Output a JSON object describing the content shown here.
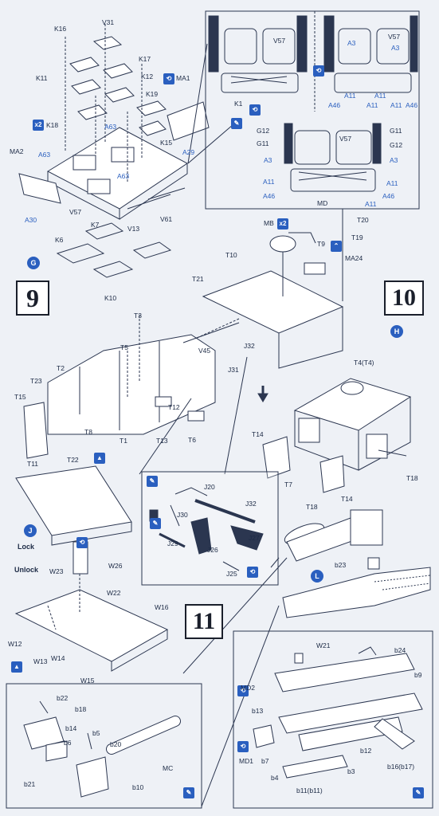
{
  "steps": {
    "s9": "9",
    "s10": "10",
    "s11": "11"
  },
  "subassemblies": {
    "G": "G",
    "H": "H",
    "J": "J",
    "L": "L"
  },
  "icons": {
    "x2_a": "x2",
    "x2_b": "x2",
    "turn_mark": "⟲",
    "glue_mark": "✎",
    "up_mark": "⌃",
    "paint_mark": "▲"
  },
  "step9_labels": {
    "K16": "K16",
    "V31": "V31",
    "K11": "K11",
    "K17": "K17",
    "MA1": "MA1",
    "K12": "K12",
    "K19": "K19",
    "K18": "K18",
    "A63a": "A63",
    "A63b": "A63",
    "A63c": "A63",
    "K15": "K15",
    "A29": "A29",
    "MA2": "MA2",
    "A30": "A30",
    "V57": "V57",
    "K7": "K7",
    "V13": "V13",
    "V61": "V61",
    "K6": "K6",
    "K10": "K10"
  },
  "detail_labels": {
    "V57a": "V57",
    "K1": "K1",
    "A3": "A3",
    "V57b": "V57",
    "A3b": "A3",
    "A46a": "A46",
    "A11a": "A11",
    "A11b": "A11",
    "A11c": "A11",
    "A11d": "A11",
    "A46b": "A46",
    "G12a": "G12",
    "G11a": "G11",
    "A3c": "A3",
    "V57c": "V57",
    "G11b": "G11",
    "G12b": "G12",
    "A3d": "A3",
    "A11e": "A11",
    "A11f": "A11",
    "A46c": "A46",
    "A46d": "A46",
    "A11g": "A11",
    "MD": "MD"
  },
  "step10_labels": {
    "MB": "MB",
    "T20": "T20",
    "T19": "T19",
    "T9": "T9",
    "T10": "T10",
    "MA24": "MA24",
    "T21": "T21",
    "T3": "T3",
    "V45": "V45",
    "J32a": "J32",
    "T5": "T5",
    "T2": "T2",
    "J31": "J31",
    "T23": "T23",
    "T15": "T15",
    "T8": "T8",
    "T1": "T1",
    "T13": "T13",
    "T12": "T12",
    "T6": "T6",
    "T22": "T22",
    "T4": "T4(T4)",
    "T14a": "T14",
    "T7": "T7",
    "T18a": "T18",
    "T18b": "T18",
    "T14b": "T14"
  },
  "detail2_labels": {
    "J20": "J20",
    "J32b": "J32",
    "J30": "J30",
    "J29": "J29",
    "J26": "J26",
    "J27": "J27",
    "J25": "J25"
  },
  "step11_labels": {
    "T11": "T11",
    "Lock": "Lock",
    "Unlock": "Unlock",
    "W23": "W23",
    "W26": "W26",
    "W22": "W22",
    "W16": "W16",
    "W12": "W12",
    "W13": "W13",
    "W14": "W14",
    "W15": "W15",
    "b23": "b23"
  },
  "gun_labels": {
    "W21": "W21",
    "b24": "b24",
    "MD2": "MD2",
    "b9": "b9",
    "b13": "b13",
    "b12": "b12",
    "MD1": "MD1",
    "b7": "b7",
    "b4": "b4",
    "b3": "b3",
    "b16": "b16(b17)",
    "b11": "b11(b11)"
  },
  "mantlet_labels": {
    "b22": "b22",
    "b18": "b18",
    "b14": "b14",
    "b5": "b5",
    "b6": "b6",
    "b20": "b20",
    "MC": "MC",
    "b21": "b21",
    "b10": "b10"
  }
}
